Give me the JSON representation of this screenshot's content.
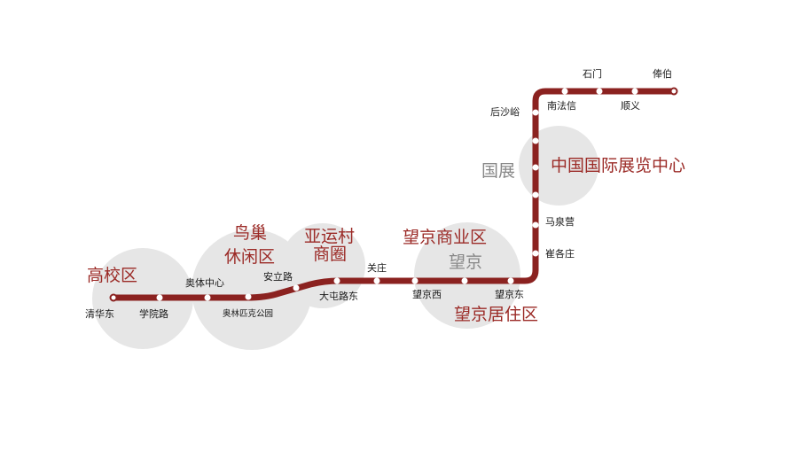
{
  "line_color": "#8b2220",
  "area_label_color": "#9b2a26",
  "stations": [
    "清华东",
    "学院路",
    "奥体中心",
    "奥林匹克公园",
    "安立路",
    "大屯路东",
    "关庄",
    "望京西",
    "望京东",
    "崔各庄",
    "马泉营",
    "后沙峪",
    "南法信",
    "石门",
    "顺义",
    "俸伯"
  ],
  "areas": {
    "gaoxiao": "高校区",
    "niaochao_line1": "鸟巢",
    "niaochao_line2": "休闲区",
    "yayuncun_line1": "亚运村",
    "yayuncun_line2": "商圈",
    "wangjing_business": "望京商业区",
    "wangjing": "望京",
    "wangjing_residential": "望京居住区",
    "guozhan": "国展",
    "expo_center": "中国国际展览中心"
  }
}
